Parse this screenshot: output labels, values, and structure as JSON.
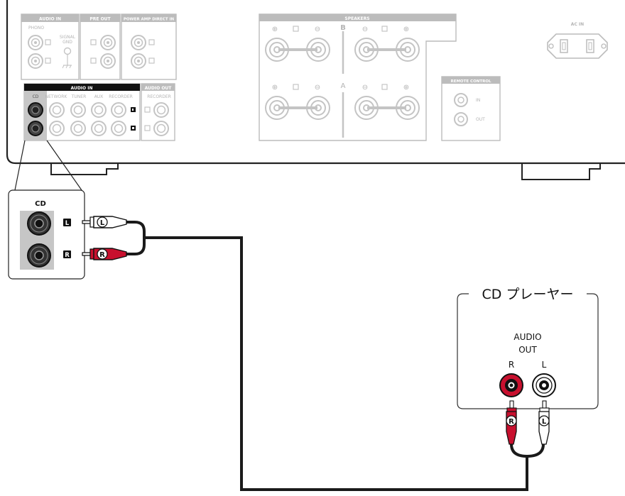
{
  "amplifier": {
    "headers": {
      "audio_in_top": "AUDIO IN",
      "pre_out": "PRE OUT",
      "power_amp_direct_in": "POWER AMP DIRECT IN",
      "speakers": "SPEAKERS",
      "ac_in": "AC IN",
      "audio_in": "AUDIO IN",
      "audio_out": "AUDIO OUT",
      "remote_control": "REMOTE CONTROL"
    },
    "labels": {
      "phono": "PHONO",
      "signal_gnd": "SIGNAL",
      "signal_gnd2": "GND",
      "cd": "CD",
      "network": "NETWORK",
      "tuner": "TUNER",
      "aux": "AUX",
      "recorder": "RECORDER",
      "recorder_out": "RECORDER",
      "remote_in": "IN",
      "remote_out": "OUT",
      "speaker_a": "A",
      "speaker_b": "B",
      "plus": "⊕",
      "minus": "⊖",
      "ch_l": "L",
      "ch_r": "R"
    }
  },
  "zoom": {
    "title": "CD",
    "l_badge": "L",
    "r_badge": "R"
  },
  "plugs": {
    "l_mark": "L",
    "r_mark": "R"
  },
  "cd_player": {
    "title": "CD プレーヤー",
    "audio_line1": "AUDIO",
    "audio_line2": "OUT",
    "r_label": "R",
    "l_label": "L"
  },
  "colors": {
    "cable": "#1a1a1a",
    "red_plug": "#c8102e",
    "panel_stroke": "#bcbcbc"
  }
}
